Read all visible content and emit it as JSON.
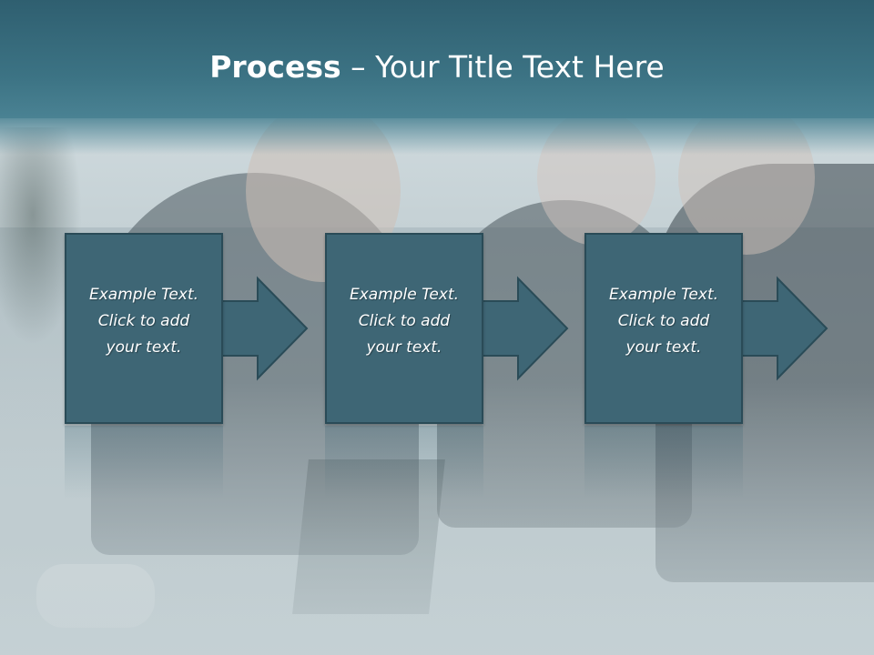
{
  "title": {
    "bold": "Process",
    "rest": " – Your Title Text Here"
  },
  "steps": [
    {
      "line1": "Example Text.",
      "line2": "Click  to add",
      "line3": "your text."
    },
    {
      "line1": "Example Text.",
      "line2": "Click  to add",
      "line3": "your text."
    },
    {
      "line1": "Example Text.",
      "line2": "Click  to add",
      "line3": "your text."
    }
  ],
  "colors": {
    "title_band": "#3c7384",
    "box_fill": "#3e6675",
    "box_border": "#2a4b57",
    "text": "#ffffff"
  }
}
